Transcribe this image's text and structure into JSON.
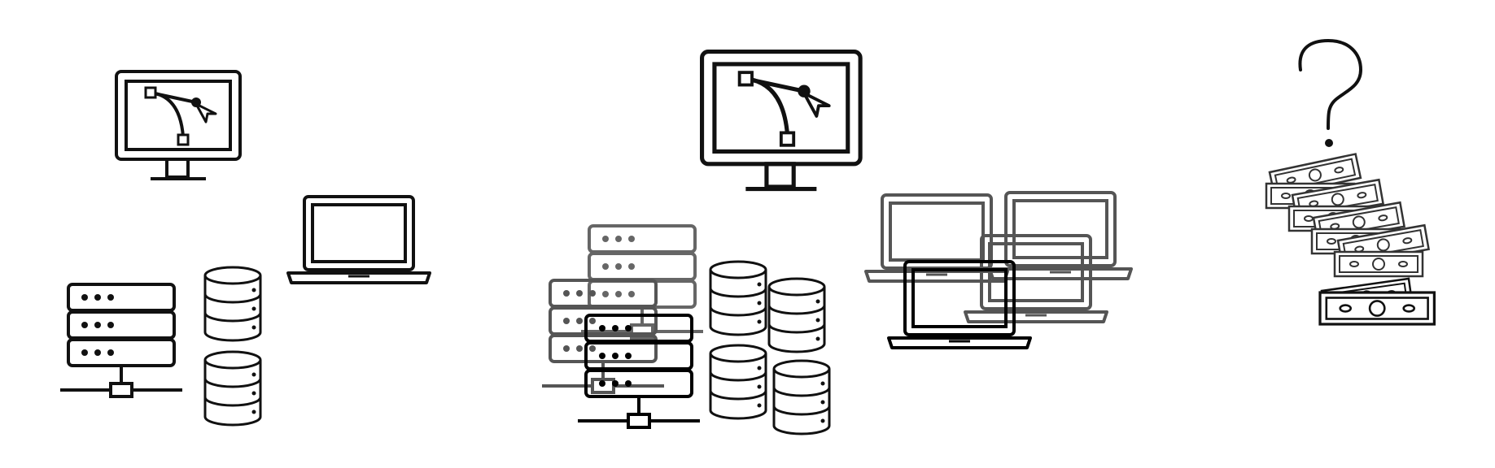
{
  "colors": {
    "background": "#ffffff",
    "ink": "#111111",
    "ink_dark": "#000000",
    "ink_gray": "#555555",
    "ink_mid": "#333333"
  },
  "groups": [
    {
      "id": "small-setup",
      "items": [
        "design-monitor-icon",
        "laptop-icon",
        "server-rack-icon",
        "database-icon",
        "database-icon"
      ]
    },
    {
      "id": "scaled-setup",
      "items": [
        "design-monitor-icon",
        "server-rack-icon",
        "server-rack-icon",
        "server-rack-icon",
        "database-icon",
        "database-icon",
        "database-icon",
        "database-icon",
        "laptop-icon",
        "laptop-icon",
        "laptop-icon",
        "laptop-icon"
      ]
    },
    {
      "id": "cost-question",
      "items": [
        "question-mark-icon",
        "money-stack-icon"
      ]
    }
  ]
}
